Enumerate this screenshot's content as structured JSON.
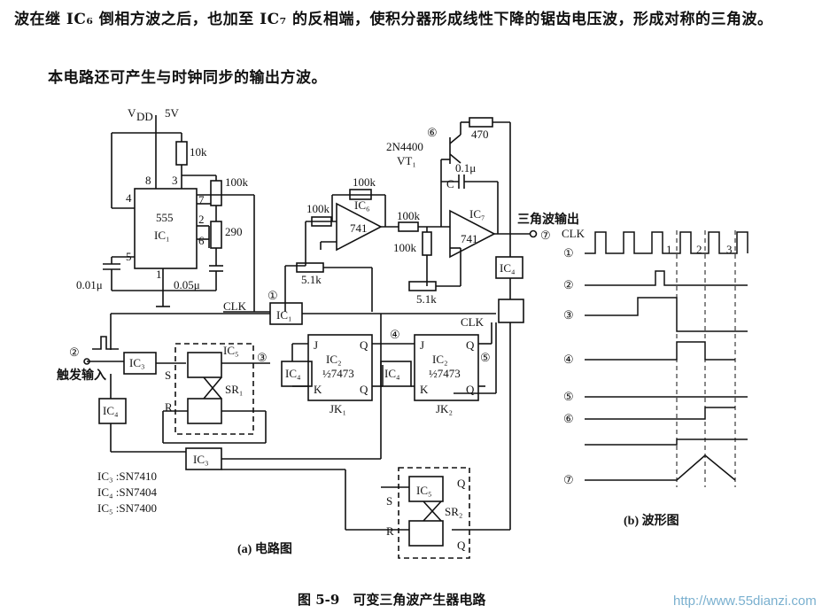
{
  "text": {
    "paragraph1": "波在继 IC₆ 倒相方波之后，也加至 IC₇ 的反相端，使积分器形成线性下降的锯齿电压波，形成对称的三角波。",
    "paragraph2": "本电路还可产生与时钟同步的输出方波。"
  },
  "circuit": {
    "vdd": "V",
    "vdd_sub": "DD",
    "vdd_value": "5V",
    "r10k": "10k",
    "r100k_a": "100k",
    "r290": "290",
    "c001": "0.01μ",
    "c005": "0.05μ",
    "ic1_name": "555",
    "ic1_label": "IC₁",
    "pin8": "8",
    "pin3": "3",
    "pin4": "4",
    "pin7": "7",
    "pin2": "2",
    "pin6": "6",
    "pin5": "5",
    "pin1": "1",
    "transistor": "2N4400",
    "transistor_label": "VT₁",
    "r470": "470",
    "c01": "0.1μ",
    "c_label": "C",
    "ic6_label": "IC₆",
    "ic7_label": "IC₇",
    "op741": "741",
    "r100k_b": "100k",
    "r100k_c": "100k",
    "r100k_d": "100k",
    "r100k_e": "100k",
    "pot51_a": "5.1k",
    "pot51_b": "5.1k",
    "tri_out": "三角波输出",
    "clk": "CLK",
    "ic1_gate": "IC₁",
    "ic3_gate": "IC₃",
    "ic3_gate2": "IC₃",
    "ic4_gate_a": "IC₄",
    "ic4_gate_b": "IC₄",
    "ic4_gate_c": "IC₄",
    "ic4_gate_d": "IC₄",
    "ic5_a": "IC₅",
    "ic5_b": "IC₅",
    "sr1": "SR₁",
    "sr2": "SR₂",
    "s_bar": "S",
    "r_bar": "R",
    "q": "Q",
    "j": "J",
    "k": "K",
    "ic2": "IC₂",
    "ic_half": "½7473",
    "jk1": "JK₁",
    "jk2": "JK₂",
    "trigger_in": "触发输入",
    "legend": [
      "IC₃ :SN7410",
      "IC₄ :SN7404",
      "IC₅ :SN7400"
    ],
    "sub_a": "(a) 电路图",
    "markers": [
      "①",
      "②",
      "③",
      "④",
      "⑤",
      "⑥",
      "⑦"
    ]
  },
  "waveform": {
    "labels": [
      "CLK",
      "①",
      "②",
      "③",
      "④",
      "⑤",
      "⑥",
      "⑦"
    ],
    "pulse_numbers": [
      "1",
      "2",
      "3"
    ],
    "sub_b": "(b) 波形图"
  },
  "caption": "图 5-9　可变三角波产生器电路",
  "watermark": "http://www.55dianzi.com"
}
